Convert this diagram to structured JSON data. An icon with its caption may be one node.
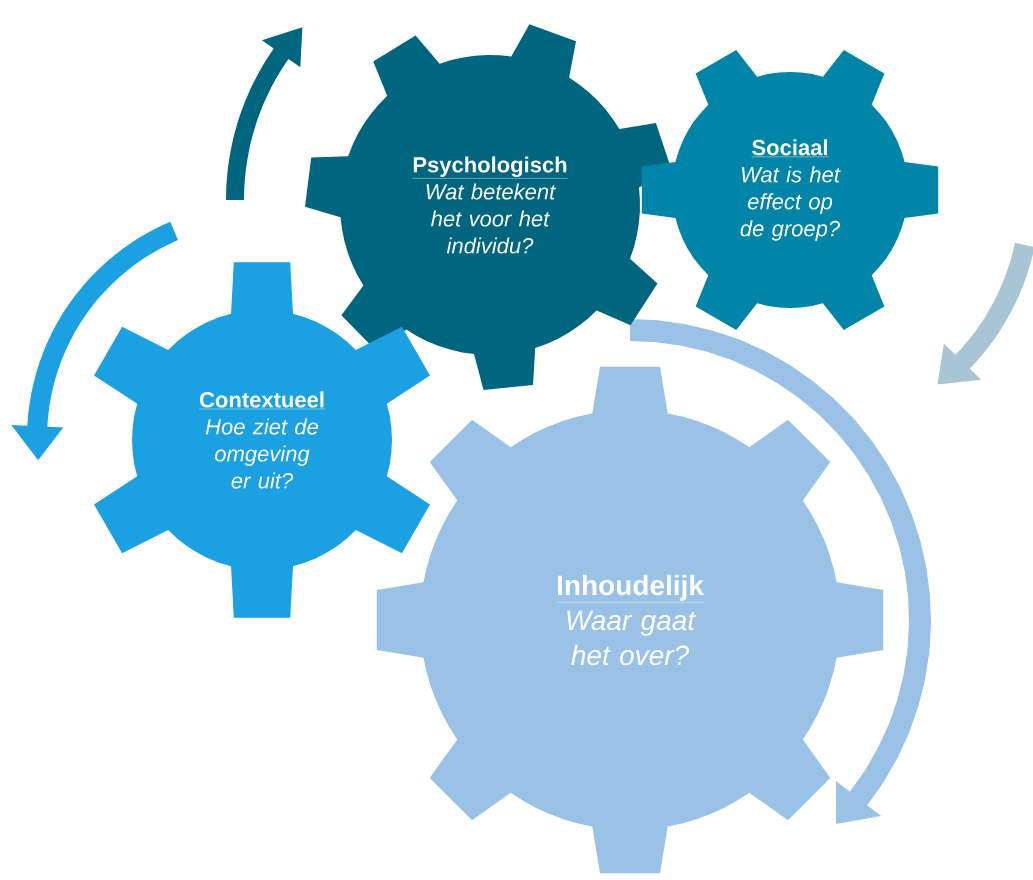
{
  "diagram": {
    "nodes": [
      {
        "text": [
          "Psychologisch",
          "Wat betekent het voor het individu?"
        ]
      },
      {
        "text": [
          "Sociaal",
          "Wat is het effect op de groep?"
        ]
      },
      {
        "text": [
          "Contextueel",
          "Hoe ziet de omgeving er uit?"
        ]
      },
      {
        "text": [
          "Inhoudelijk",
          "Waar gaat het over?"
        ]
      }
    ]
  }
}
